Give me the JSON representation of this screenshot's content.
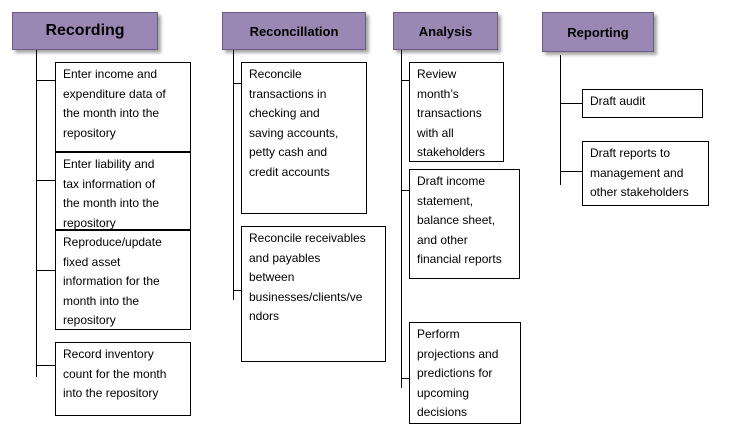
{
  "columns": [
    {
      "title": "Recording",
      "items": [
        "Enter income and\nexpenditure data of\nthe month into the\nrepository",
        "Enter liability and\ntax information of\nthe month into the\nrepository",
        "Reproduce/update\nfixed asset\ninformation for the\nmonth into the\nrepository",
        "Record inventory\ncount  for the month\ninto the repository"
      ]
    },
    {
      "title": "Reconcillation",
      "items": [
        "Reconcile\ntransactions in\nchecking and\nsaving accounts,\npetty cash and\ncredit accounts",
        "Reconcile receivables\nand payables\nbetween\nbusinesses/clients/ve\nndors"
      ]
    },
    {
      "title": "Analysis",
      "items": [
        "Review\nmonth’s\ntransactions\nwith all\nstakeholders",
        "Draft income\nstatement,\nbalance sheet,\nand other\nfinancial reports",
        "Perform\nprojections and\npredictions for\nupcoming\ndecisions"
      ]
    },
    {
      "title": "Reporting",
      "items": [
        "Draft audit",
        "Draft reports to\nmanagement and\nother stakeholders"
      ]
    }
  ]
}
